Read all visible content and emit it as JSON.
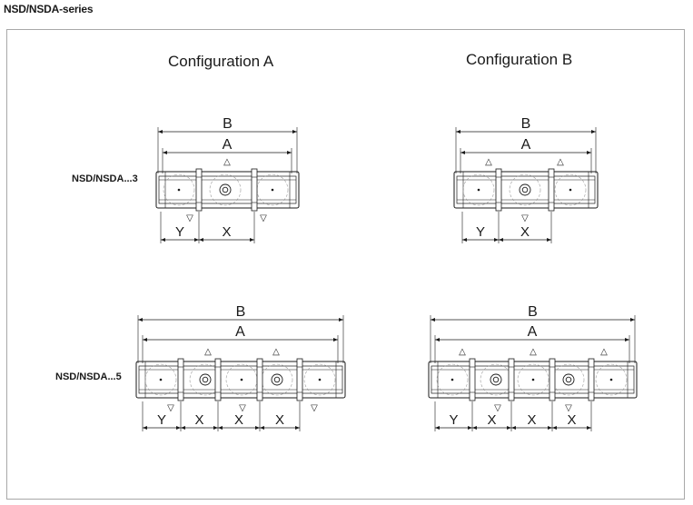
{
  "series_title": "NSD/NSDA-series",
  "configurations": [
    "Configuration A",
    "Configuration B"
  ],
  "rows": [
    {
      "label": "NSD/NSDA...3"
    },
    {
      "label": "NSD/NSDA...5"
    }
  ],
  "dimension_labels": {
    "outer": "B",
    "inner": "A",
    "offset": "Y",
    "pitch": "X"
  },
  "markers": {
    "up": "△",
    "down": "▽"
  },
  "colors": {
    "line": "#1a1a1a",
    "frame": "#a8a8a8",
    "ghost": "#9a9a9a"
  }
}
